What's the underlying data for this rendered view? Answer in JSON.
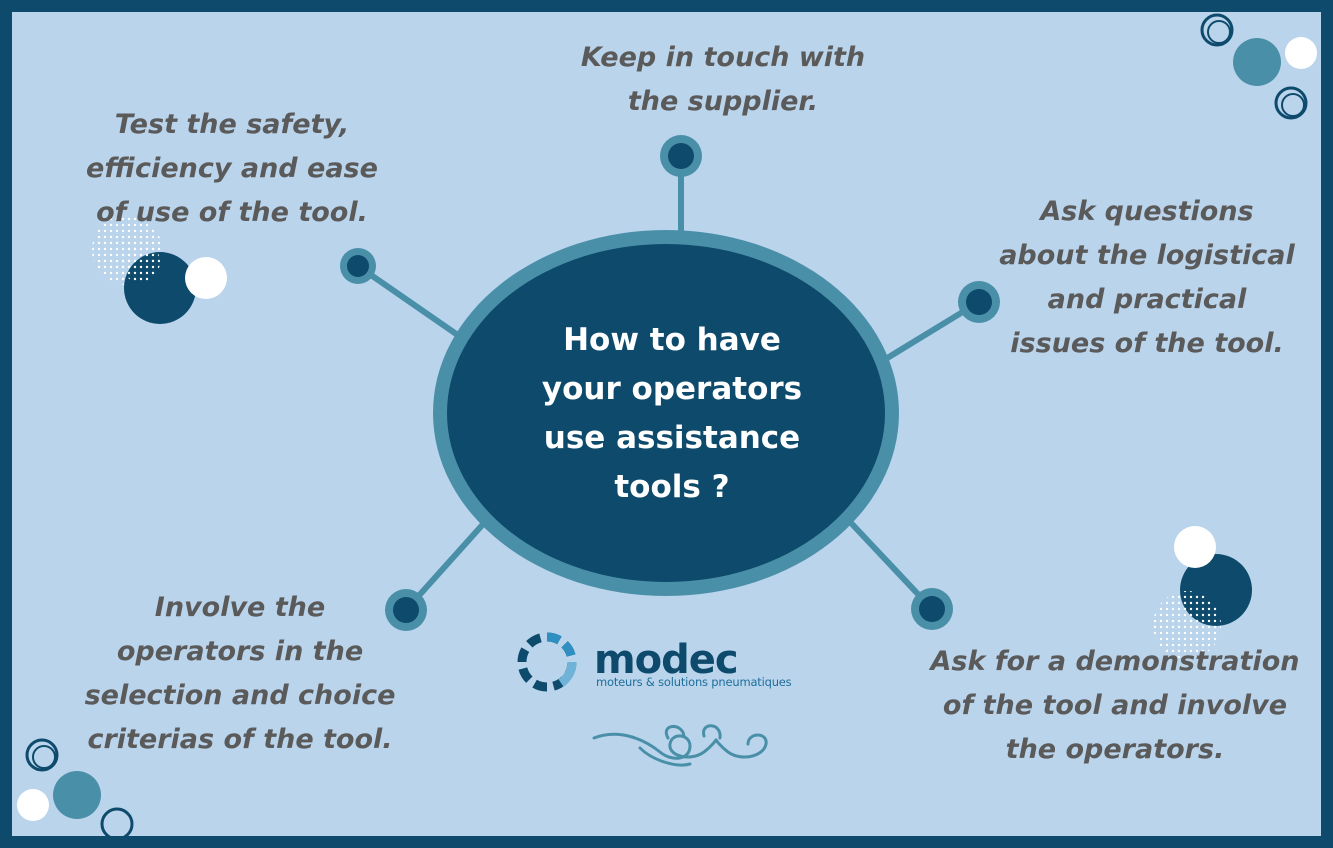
{
  "center": {
    "title": "How to have\nyour operators\nuse assistance\ntools ?"
  },
  "branches": {
    "top": "Keep in touch with\nthe supplier.",
    "top_left": "Test the safety,\nefficiency and ease\nof use of the tool.",
    "right": "Ask questions\nabout the logistical\nand practical\nissues of the tool.",
    "bottom_left": "Involve the\noperators in the\nselection and choice\ncriterias of the tool.",
    "bottom_right": "Ask for a demonstration\nof the tool and involve\nthe operators."
  },
  "logo": {
    "name": "modec",
    "tagline": "moteurs & solutions pneumatiques"
  },
  "colors": {
    "background": "#bad4ec",
    "frame": "#0d4a6c",
    "center_fill": "#0d4a6c",
    "ring": "#4a8fa8",
    "text": "#5a5a5a",
    "white": "#ffffff"
  }
}
